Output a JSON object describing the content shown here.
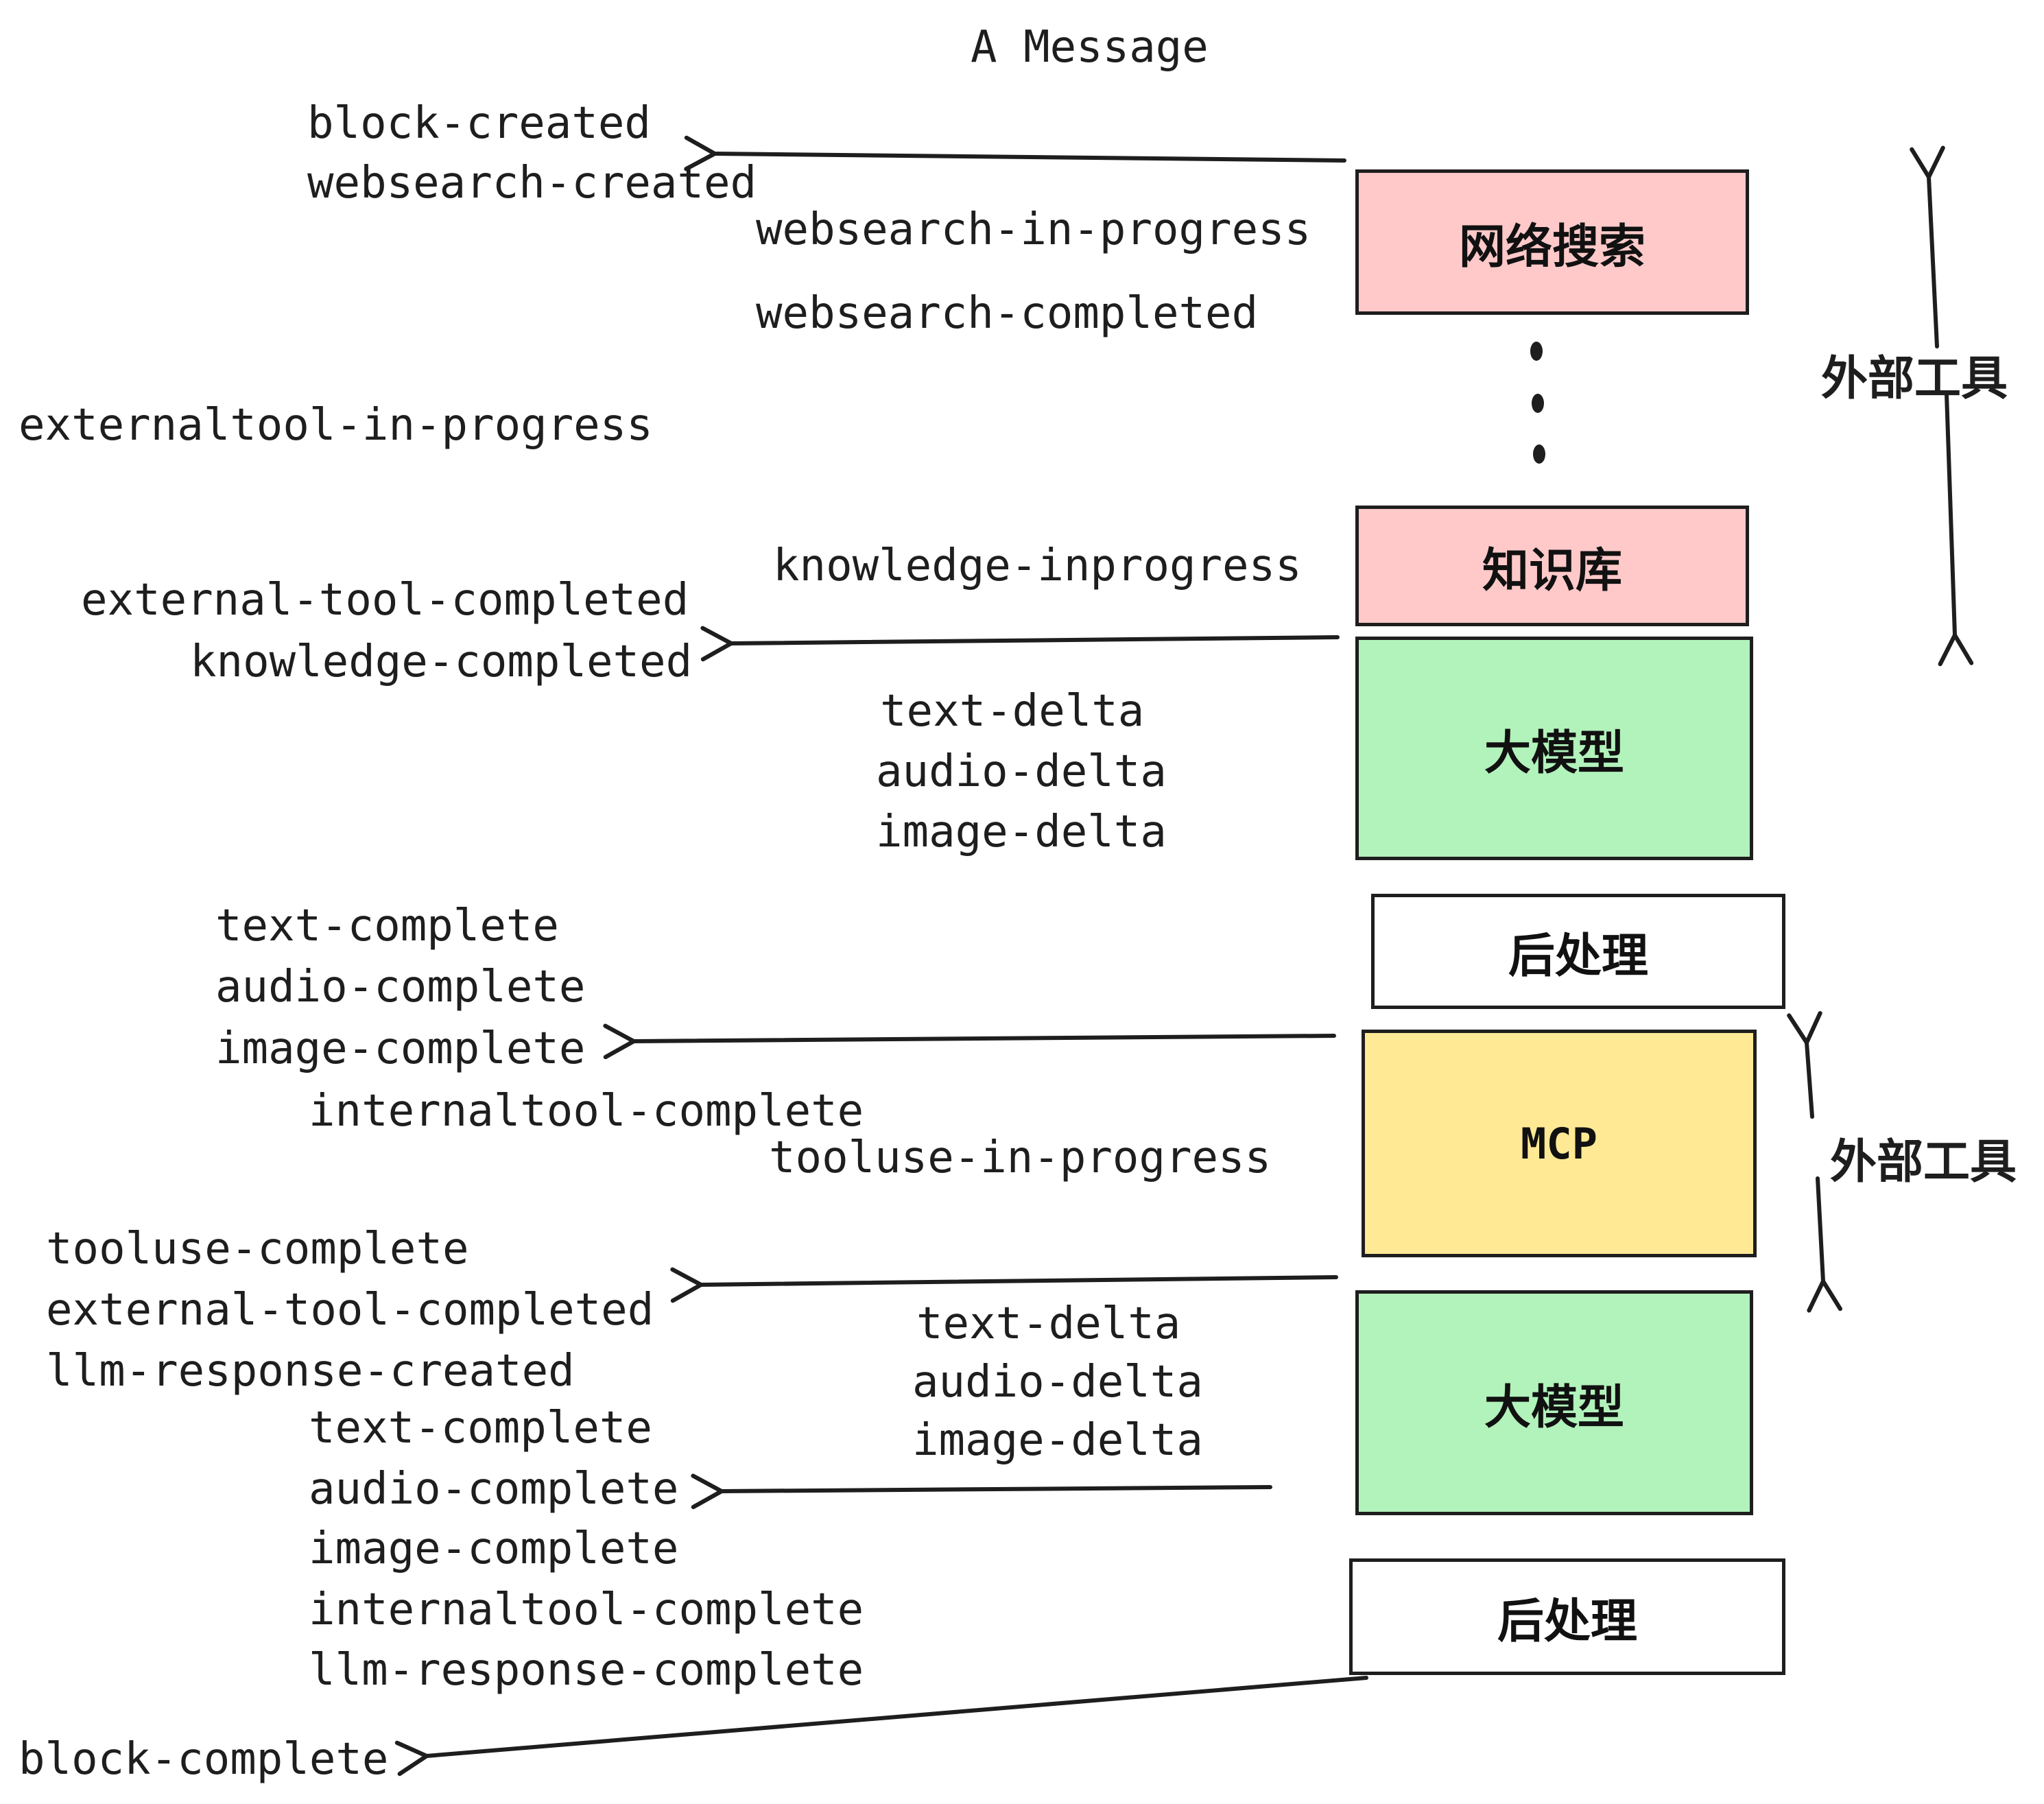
{
  "diagram": {
    "title": "A Message",
    "colors": {
      "pink": "#ffc9c9",
      "green": "#b2f2bb",
      "yellow": "#ffe995",
      "white": "#ffffff",
      "stroke": "#1e1e1e"
    },
    "boxes": {
      "websearch": {
        "label": "网络搜索",
        "color": "#ffc9c9"
      },
      "knowledge": {
        "label": "知识库",
        "color": "#ffc9c9"
      },
      "llm1": {
        "label": "大模型",
        "color": "#b2f2bb"
      },
      "post1": {
        "label": "后处理",
        "color": "#ffffff"
      },
      "mcp": {
        "label": "MCP",
        "color": "#ffe995"
      },
      "llm2": {
        "label": "大模型",
        "color": "#b2f2bb"
      },
      "post2": {
        "label": "后处理",
        "color": "#ffffff"
      }
    },
    "side_labels": {
      "external_tools_top": "外部工具",
      "external_tools_mcp": "外部工具"
    },
    "events": {
      "block_created": "block-created",
      "websearch_created": "websearch-created",
      "websearch_in_progress": "websearch-in-progress",
      "websearch_completed": "websearch-completed",
      "externaltool_in_progress": "externaltool-in-progress",
      "knowledge_inprogress": "knowledge-inprogress",
      "external_tool_completed_1": "external-tool-completed",
      "knowledge_completed": "knowledge-completed",
      "text_delta_1": "text-delta",
      "audio_delta_1": "audio-delta",
      "image_delta_1": "image-delta",
      "text_complete_1": "text-complete",
      "audio_complete_1": "audio-complete",
      "image_complete_1": "image-complete",
      "internaltool_complete_1": "internaltool-complete",
      "tooluse_in_progress": "tooluse-in-progress",
      "tooluse_complete": "tooluse-complete",
      "external_tool_completed_2": "external-tool-completed",
      "llm_response_created": "llm-response-created",
      "text_delta_2": "text-delta",
      "audio_delta_2": "audio-delta",
      "image_delta_2": "image-delta",
      "text_complete_2": "text-complete",
      "audio_complete_2": "audio-complete",
      "image_complete_2": "image-complete",
      "internaltool_complete_2": "internaltool-complete",
      "llm_response_complete": "llm-response-complete",
      "block_complete": "block-complete"
    }
  }
}
